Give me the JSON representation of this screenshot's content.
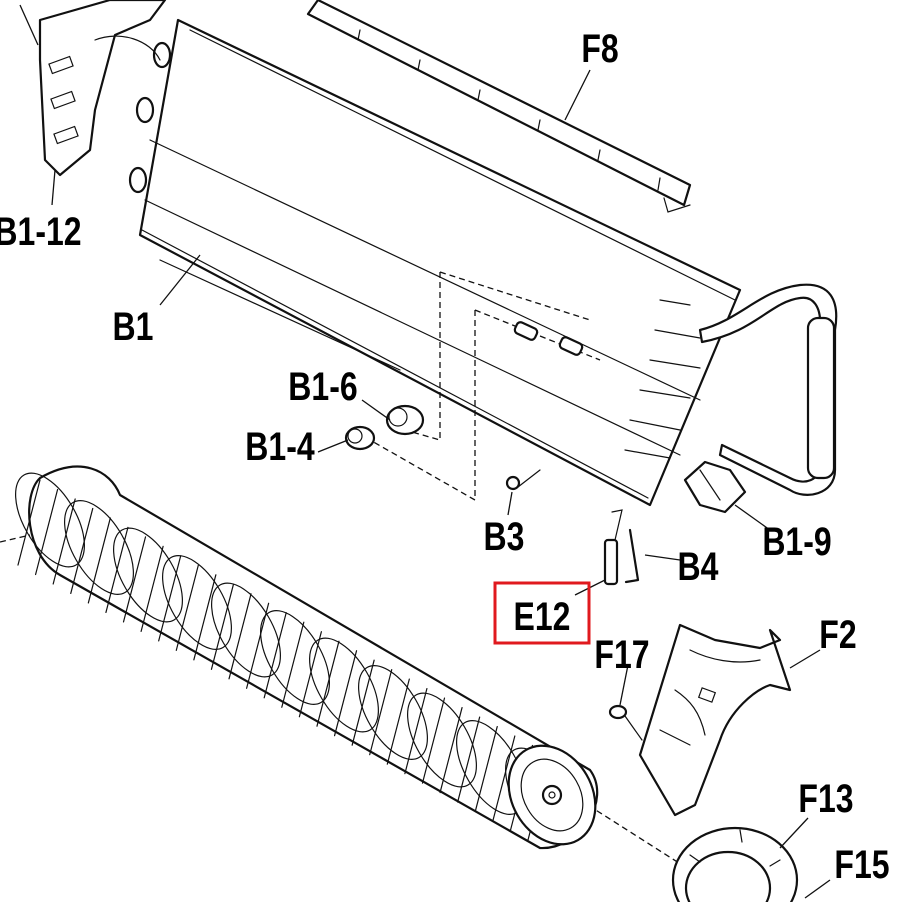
{
  "highlight_color": "#e0191e",
  "highlighted_part": "E12",
  "callouts": {
    "f8": "F8",
    "b1_12": "B1-12",
    "b1": "B1",
    "b1_6": "B1-6",
    "b1_4": "B1-4",
    "b3": "B3",
    "b1_9": "B1-9",
    "b4": "B4",
    "e12": "E12",
    "f17": "F17",
    "f2": "F2",
    "f13": "F13",
    "f15": "F15"
  }
}
